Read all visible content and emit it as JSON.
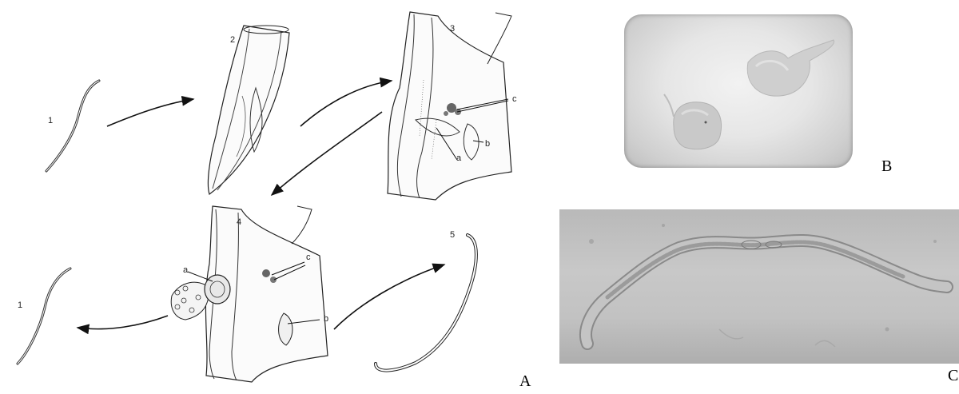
{
  "stages": {
    "s1_top": "1",
    "s2": "2",
    "s3": "3",
    "s4": "4",
    "s5": "5",
    "s1_bottom": "1"
  },
  "parts": {
    "a3": "a",
    "b3": "b",
    "c3": "c",
    "a4": "a",
    "b4": "b",
    "c4": "c"
  },
  "panels": {
    "A": "A",
    "B": "B",
    "C": "C"
  }
}
